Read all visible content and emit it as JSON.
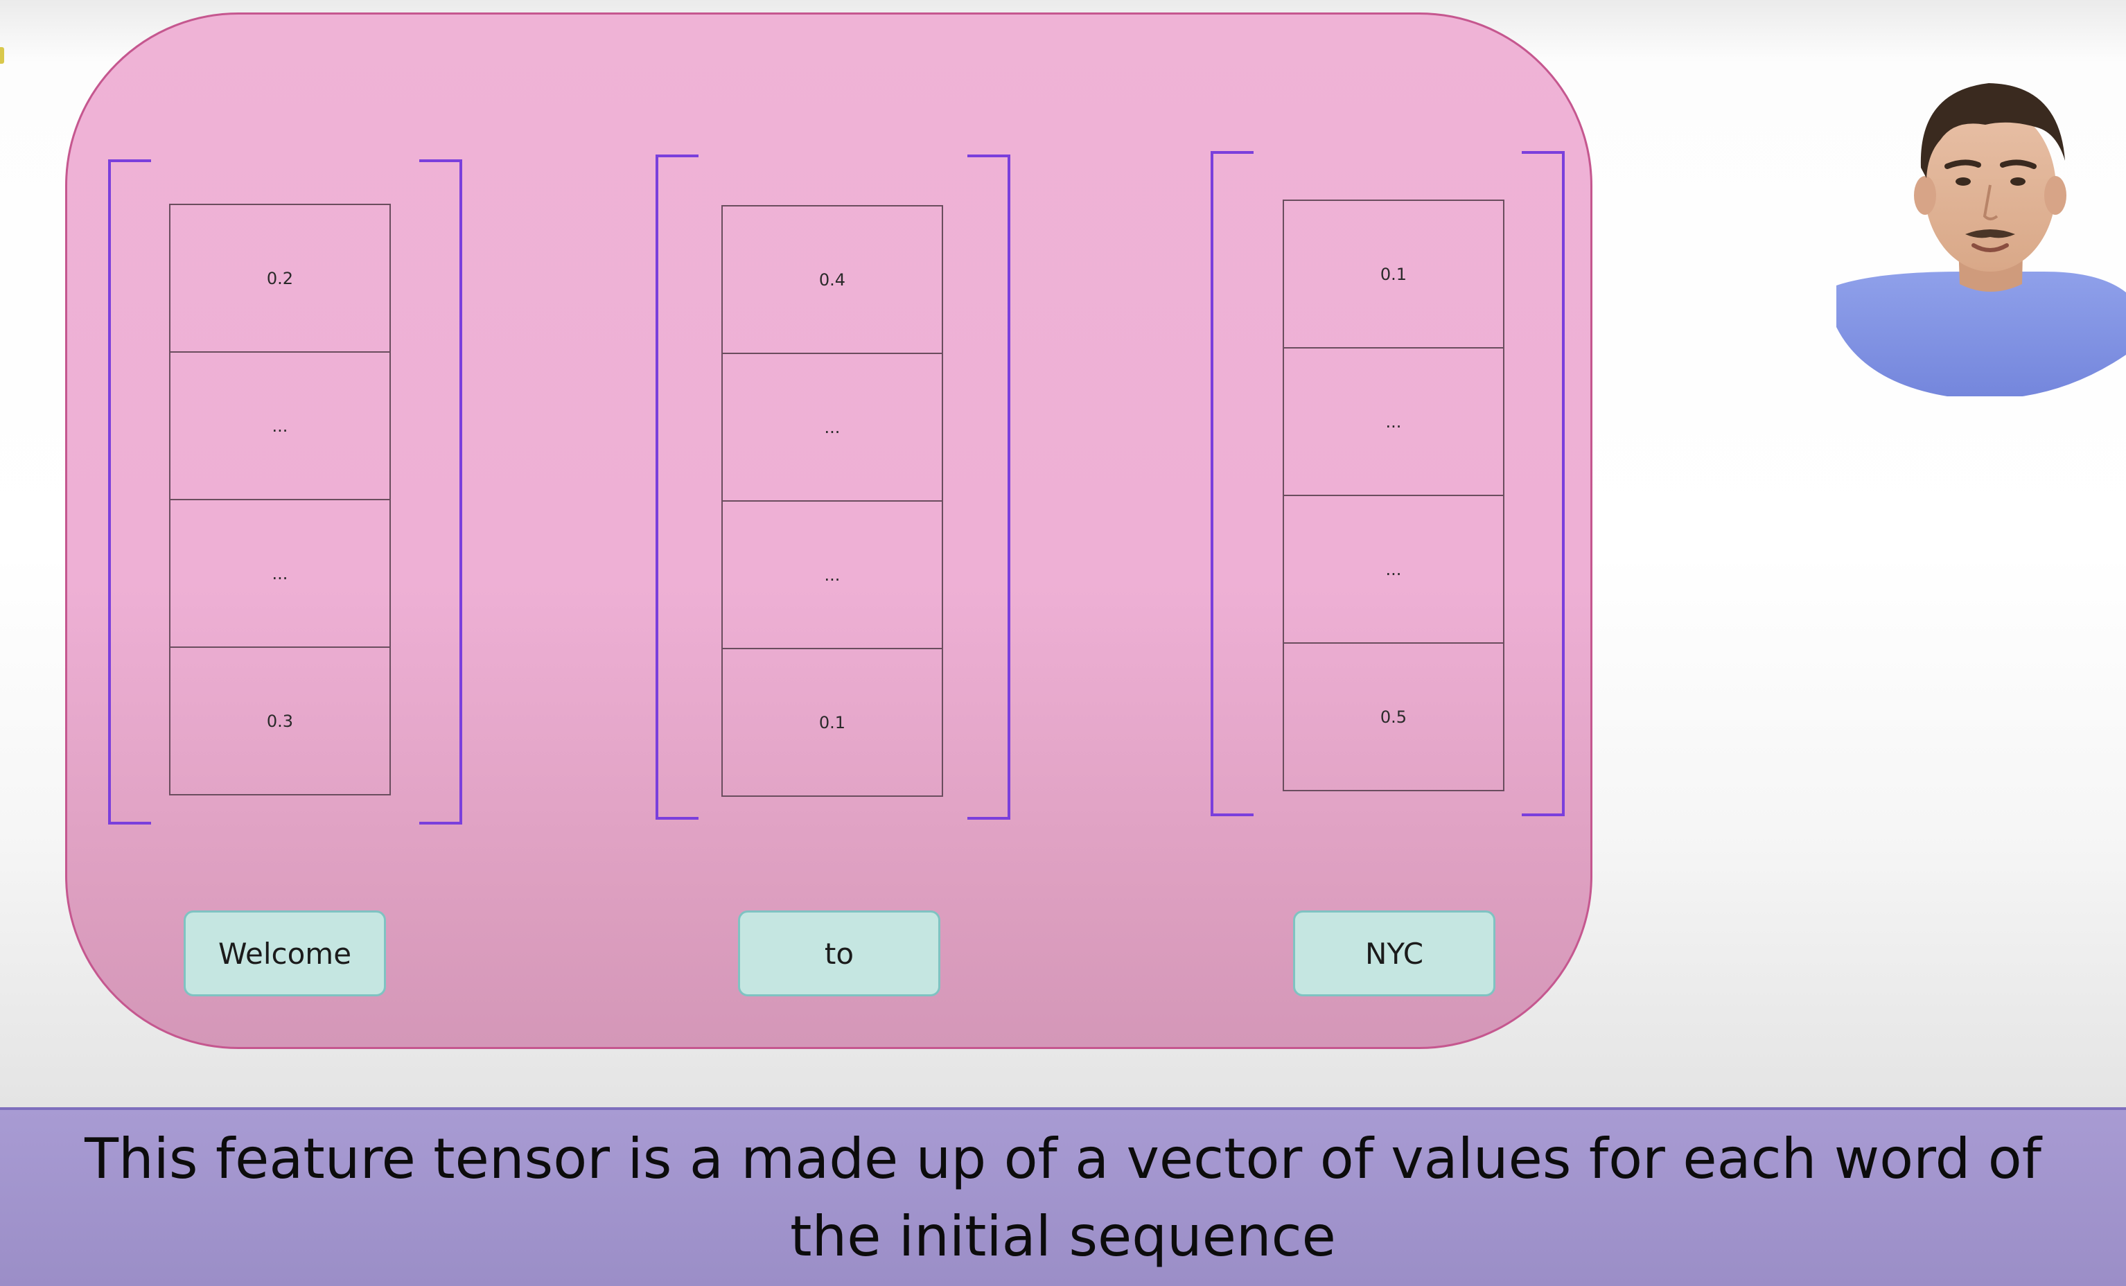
{
  "diagram": {
    "vectors": [
      {
        "word": "Welcome",
        "values": [
          "0.2",
          "...",
          "...",
          "0.3"
        ]
      },
      {
        "word": "to",
        "values": [
          "0.4",
          "...",
          "...",
          "0.1"
        ]
      },
      {
        "word": "NYC",
        "values": [
          "0.1",
          "...",
          "...",
          "0.5"
        ]
      }
    ]
  },
  "caption": {
    "text": "This feature tensor is a made up of a vector of values for each word of the initial sequence"
  },
  "presenter": {
    "icon": "presenter-avatar-icon"
  },
  "colors": {
    "panel": "#efb3d6",
    "bracket": "#7a3fdc",
    "word_box": "#c5e6e1",
    "caption_bar": "#a89bd3"
  }
}
